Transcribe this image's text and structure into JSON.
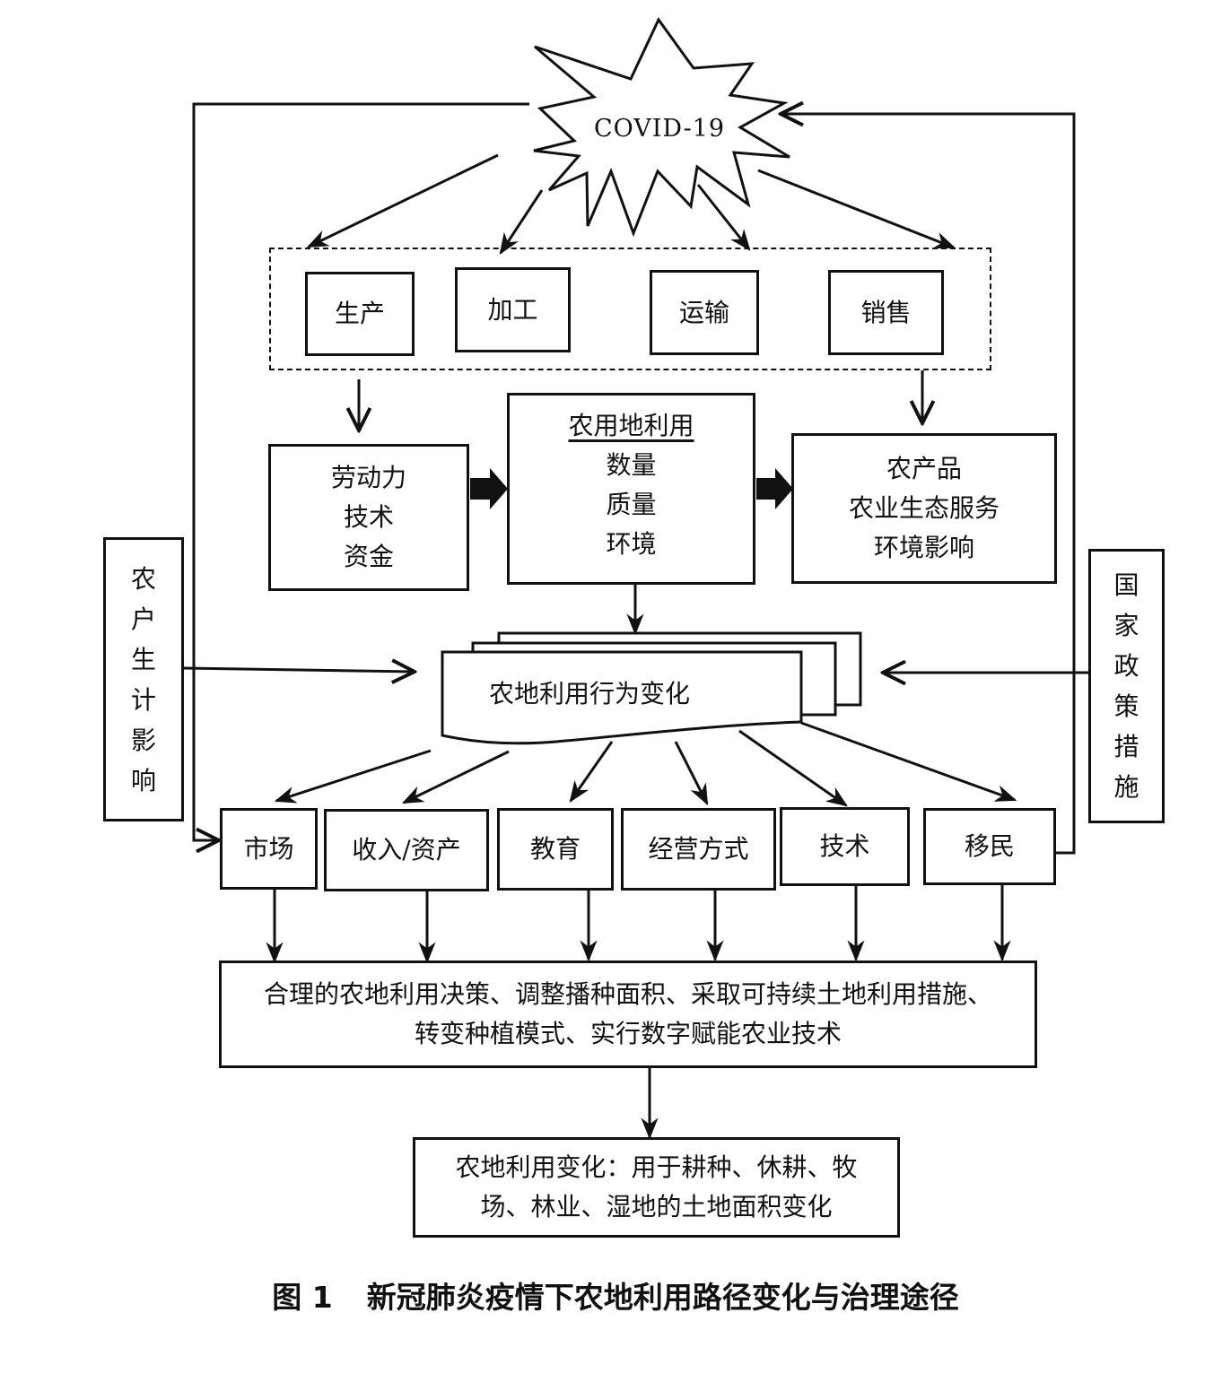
{
  "diagram": {
    "source_node": "COVID-19",
    "supply_chain": {
      "items": [
        "生产",
        "加工",
        "运输",
        "销售"
      ]
    },
    "inputs": [
      "劳动力",
      "技术",
      "资金"
    ],
    "land_use": {
      "title": "农用地利用",
      "items": [
        "数量",
        "质量",
        "环境"
      ]
    },
    "outputs": [
      "农产品",
      "农业生态服务",
      "环境影响"
    ],
    "behavior_change": "农地利用行为变化",
    "side_left": {
      "chars": [
        "农",
        "户",
        "生",
        "计",
        "影",
        "响"
      ],
      "text": "农户生计影响"
    },
    "side_right": {
      "chars": [
        "国",
        "家",
        "政",
        "策",
        "措",
        "施"
      ],
      "text": "国家政策措施"
    },
    "factors": [
      "市场",
      "收入/资产",
      "教育",
      "经营方式",
      "技术",
      "移民"
    ],
    "decisions": {
      "line1": "合理的农地利用决策、调整播种面积、采取可持续土地利用措施、",
      "line2": "转变种植模式、实行数字赋能农业技术"
    },
    "result": {
      "line1": "农地利用变化：用于耕种、休耕、牧",
      "line2": "场、林业、湿地的土地面积变化"
    }
  },
  "caption": {
    "number": "图 1",
    "title": "新冠肺炎疫情下农地利用路径变化与治理途径"
  }
}
